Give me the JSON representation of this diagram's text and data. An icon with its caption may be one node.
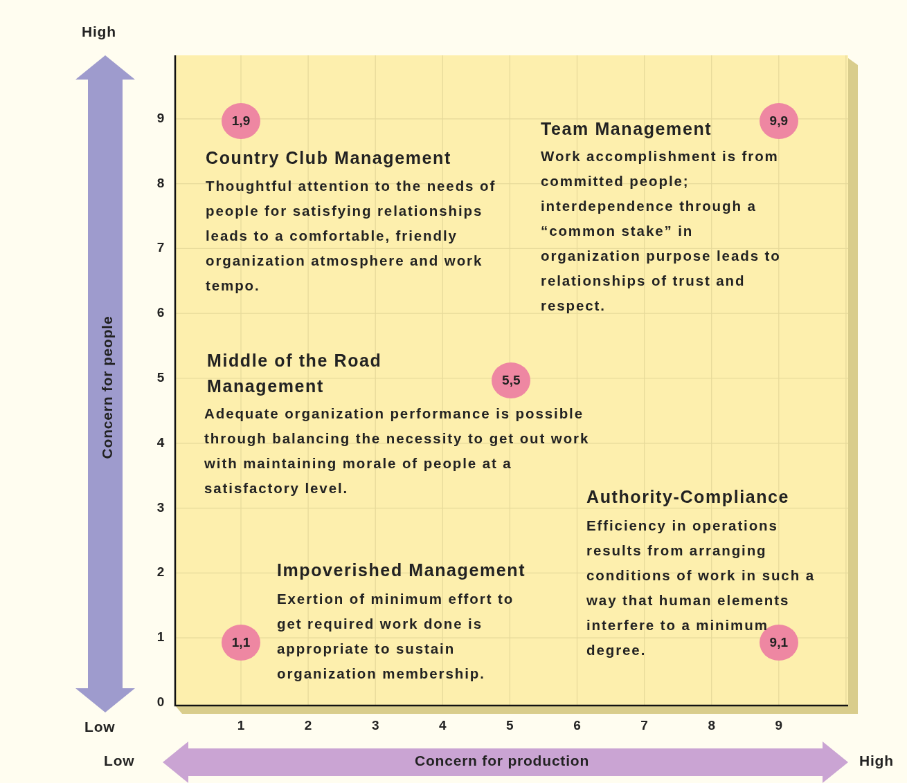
{
  "diagram": {
    "nodes": [
      {
        "text": [
          "1,9"
        ],
        "beside": [
          "Country Club Management",
          "Thoughtful attention to the needs of people for satisfying relationships leads to a comfortable, friendly organization atmosphere and work tempo."
        ]
      },
      {
        "text": [
          "9,9"
        ],
        "beside": [
          "Team Management",
          "Work accomplishment is from committed people; interdependence through a “common stake” in organization purpose leads to relationships of trust and respect."
        ]
      },
      {
        "text": [
          "5,5"
        ],
        "beside": [
          "Middle of the Road Management",
          "Adequate organization performance is possible through balancing the necessity to get out work with maintaining morale of people at a satisfactory level."
        ]
      },
      {
        "text": [
          "1,1"
        ],
        "beside": [
          "Impoverished Management",
          "Exertion of minimum effort to get required work done is appropriate to sustain organization membership."
        ]
      },
      {
        "text": [
          "9,1"
        ],
        "beside": [
          "Authority-Compliance",
          "Efficiency in operations results from arranging conditions of work in such a way that human elements interfere to a minimum degree."
        ]
      }
    ],
    "labels": [
      "High",
      "9",
      "8",
      "7",
      "6",
      "5",
      "Concern for people",
      "4",
      "3",
      "2",
      "1",
      "0",
      "Low",
      "1",
      "2",
      "3",
      "4",
      "5",
      "6",
      "7",
      "8",
      "9",
      "Low",
      "Concern for production",
      "High"
    ]
  }
}
